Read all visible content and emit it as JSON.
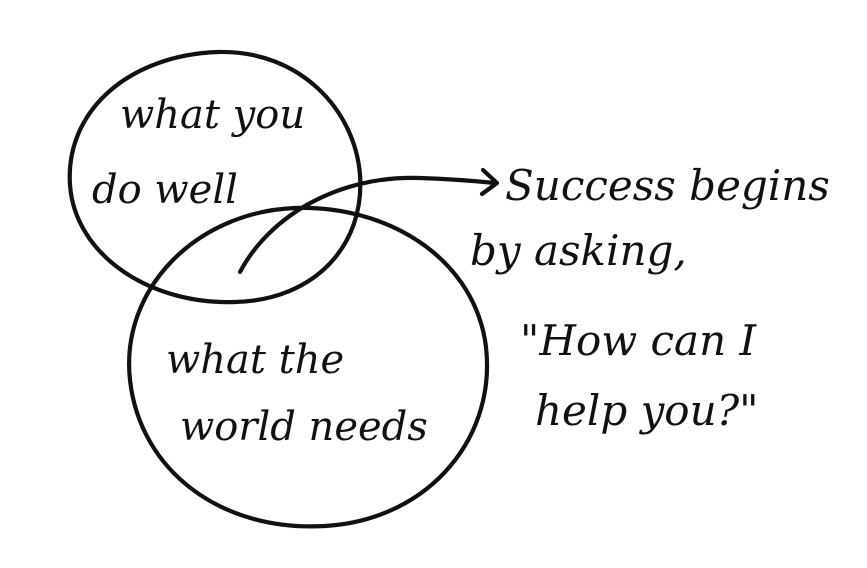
{
  "diagram": {
    "circle_top": {
      "line1": "what you",
      "line2": "do well"
    },
    "circle_bottom": {
      "line1": "what the",
      "line2": "world needs"
    },
    "callout": {
      "line1": "Success begins",
      "line2": "by asking,",
      "line3": "\"How can I",
      "line4": "help you?\""
    }
  },
  "colors": {
    "ink": "#111111",
    "background": "#ffffff"
  }
}
